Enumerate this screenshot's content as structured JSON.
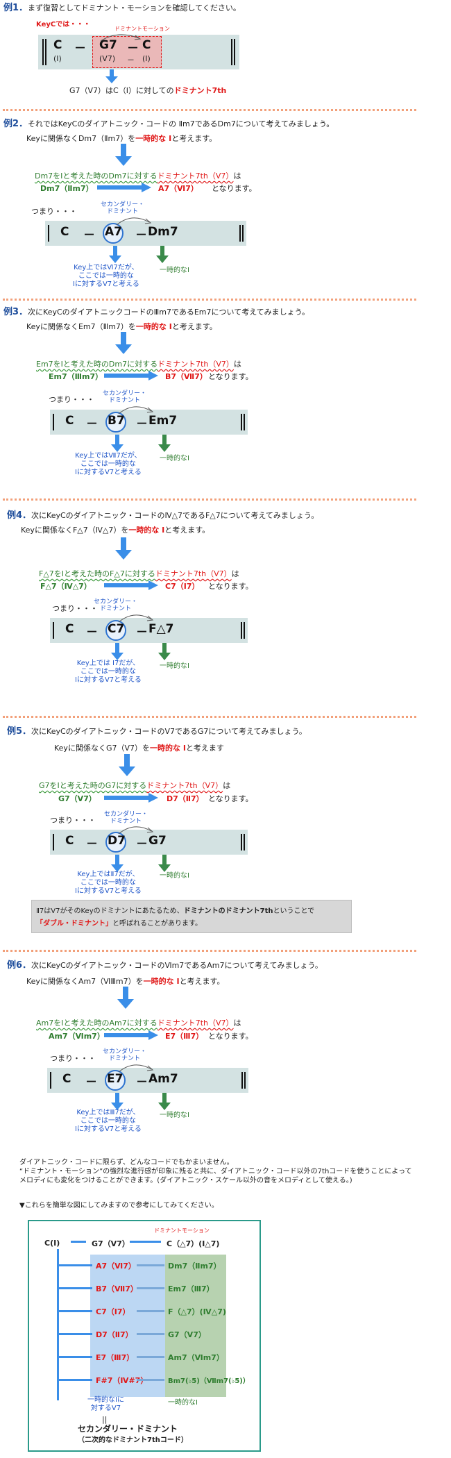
{
  "ex1": {
    "title": "例1．",
    "intro": "まず復習としてドミナント・モーションを確認してください。",
    "key": "KeyCでは・・・",
    "dm_label": "ドミナントモーション",
    "c1": "C",
    "dash1": "－",
    "c2": "G7",
    "dash2": "－",
    "c3": "C",
    "r1": "(Ⅰ)",
    "r2": "(Ⅴ7)",
    "dash3": "－",
    "r3": "(Ⅰ)",
    "caption_a": "G7（Ⅴ7）はC（Ⅰ）に対しての",
    "caption_b": "ドミナント7th"
  },
  "ex2": {
    "title": "例2．",
    "intro": "それではKeyCのダイアトニック・コードの Ⅱm7であるDm7について考えてみましょう。",
    "l1a": "Keyに関係なくDm7（Ⅱm7）を",
    "l1b": "一時的な Ⅰ",
    "l1c": "と考えます。",
    "l2a": "Dm7をⅠと考えた時のDm7に対する",
    "l2b": "ドミナント7th（Ⅴ7）",
    "l2c": "は",
    "from": "Dm7（Ⅱm7）",
    "to": "A7（Ⅵ7）",
    "tail": "となります。",
    "tsumari": "つまり・・・",
    "sec1": "セカンダリー・",
    "sec2": "ドミナント",
    "k1": "C",
    "kd1": "－",
    "k2": "A7",
    "kd2": "－",
    "k3": "Dm7",
    "n1": "Key上ではⅥ7だが、",
    "n2": "ここでは一時的な",
    "n3": "Ⅰに対するⅤ7と考える",
    "temp": "一時的なⅠ"
  },
  "ex3": {
    "title": "例3．",
    "intro": "次にKeyCのダイアトニックコードのⅢm7であるEm7について考えてみましょう。",
    "l1a": "Keyに関係なくEm7（Ⅲm7）を",
    "l1b": "一時的な Ⅰ",
    "l1c": "と考えます。",
    "l2a": "Em7をⅠと考えた時のDm7に対する",
    "l2b": "ドミナント7th（Ⅴ7）",
    "l2c": "は",
    "from": "Em7（Ⅲm7）",
    "to": "B7（Ⅶ7）",
    "tail": "となります。",
    "tsumari": "つまり・・・",
    "sec1": "セカンダリー・",
    "sec2": "ドミナント",
    "k1": "C",
    "kd1": "－",
    "k2": "B7",
    "kd2": "－",
    "k3": "Em7",
    "n1": "Key上ではⅦ7だが、",
    "n2": "ここでは一時的な",
    "n3": "Ⅰに対するⅤ7と考える",
    "temp": "一時的なⅠ"
  },
  "ex4": {
    "title": "例4．",
    "intro": "次にKeyCのダイアトニック・コードのⅣ△7であるF△7について考えてみましょう。",
    "l1a": "Keyに関係なくF△7（Ⅳ△7）を",
    "l1b": "一時的な Ⅰ",
    "l1c": "と考えます。",
    "l2a": "F△7をⅠと考えた時のF△7に対する",
    "l2b": "ドミナント7th（Ⅴ7）",
    "l2c": "は",
    "from": "F△7（Ⅳ△7）",
    "to": "C7（Ⅰ7）",
    "tail": "となります。",
    "tsumari": "つまり・・・",
    "sec1": "セカンダリー・",
    "sec2": "ドミナント",
    "k1": "C",
    "kd1": "－",
    "k2": "C7",
    "kd2": "－",
    "k3": "F△7",
    "n1": "Key上では Ⅰ7だが、",
    "n2": "ここでは一時的な",
    "n3": "Ⅰに対するⅤ7と考える",
    "temp": "一時的なⅠ"
  },
  "ex5": {
    "title": "例5．",
    "intro": "次にKeyCのダイアトニック・コードのⅤ7であるG7について考えてみましょう。",
    "l1a": "Keyに関係なくG7（Ⅴ7）を",
    "l1b": "一時的な Ⅰ",
    "l1c": "と考えます",
    "l2a": "G7をⅠと考えた時のG7に対する",
    "l2b": "ドミナント7th（Ⅴ7）",
    "l2c": "は",
    "from": "G7（Ⅴ7）",
    "to": "D7（Ⅱ7）",
    "tail": "となります。",
    "tsumari": "つまり・・・",
    "sec1": "セカンダリー・",
    "sec2": "ドミナント",
    "k1": "C",
    "kd1": "－",
    "k2": "D7",
    "kd2": "－",
    "k3": "G7",
    "n1": "Key上ではⅡ7だが、",
    "n2": "ここでは一時的な",
    "n3": "Ⅰに対するⅤ7と考える",
    "temp": "一時的なⅠ",
    "grey1a": "Ⅱ7はⅤ7がそのKeyのドミナントにあたるため、",
    "grey1b": "ドミナントのドミナント7th",
    "grey1c": "ということで",
    "grey2": "「ダブル・ドミナント」",
    "grey2b": "と呼ばれることがあります。"
  },
  "ex6": {
    "title": "例6．",
    "intro": "次にKeyCのダイアトニック・コードのⅥm7であるAm7について考えてみましょう。",
    "l1a": "Keyに関係なくAm7（ⅥⅢm7）を",
    "l1b": "一時的な Ⅰ",
    "l1c": "と考えます。",
    "l2a": "Am7をⅠと考えた時のAm7に対する",
    "l2b": "ドミナント7th（Ⅴ7）",
    "l2c": "は",
    "from": "Am7（Ⅵm7）",
    "to": "E7（Ⅲ7）",
    "tail": "となります。",
    "tsumari": "つまり・・・",
    "sec1": "セカンダリー・",
    "sec2": "ドミナント",
    "k1": "C",
    "kd1": "－",
    "k2": "E7",
    "kd2": "－",
    "k3": "Am7",
    "n1": "Key上ではⅢ7だが、",
    "n2": "ここでは一時的な",
    "n3": "Ⅰに対するⅤ7と考える",
    "temp": "一時的なⅠ"
  },
  "summary": {
    "p1": "ダイアトニック・コードに限らず、どんなコードでもかまいません。",
    "p2": "“ドミナント・モーション”の強烈な進行感が印象に残ると共に、ダイアトニック・コード以外の7thコードを使うことによって",
    "p3": "メロディにも変化をつけることができます。(ダイアトニック・スケール以外の音をメロディとして使える。)",
    "p4": "▼これらを簡単な図にしてみますので参考にしてみてください。"
  },
  "diagram": {
    "root": "C(Ⅰ)",
    "g7": "G7（Ⅴ7）",
    "dm": "ドミナントモーション",
    "ctarget": "C（△7）(Ⅰ△7)",
    "left": [
      "A7（Ⅵ7）",
      "B7（Ⅶ7）",
      "C7（Ⅰ7）",
      "D7（Ⅱ7）",
      "E7（Ⅲ7）",
      "F#7（Ⅳ#7）"
    ],
    "right": [
      "Dm7（Ⅱm7）",
      "Em7（Ⅲ7）",
      "F（△7）(Ⅳ△7)",
      "G7（Ⅴ7）",
      "Am7（Ⅵm7）",
      "Bm7(♭5)（Ⅶm7(♭5)）"
    ],
    "bl1": "一時的なⅠに",
    "bl2": "対するⅤ7",
    "br": "一時的なⅠ",
    "eq": "||",
    "final1": "セカンダリー・ドミナント",
    "final2": "（二次的なドミナント7thコード）"
  }
}
